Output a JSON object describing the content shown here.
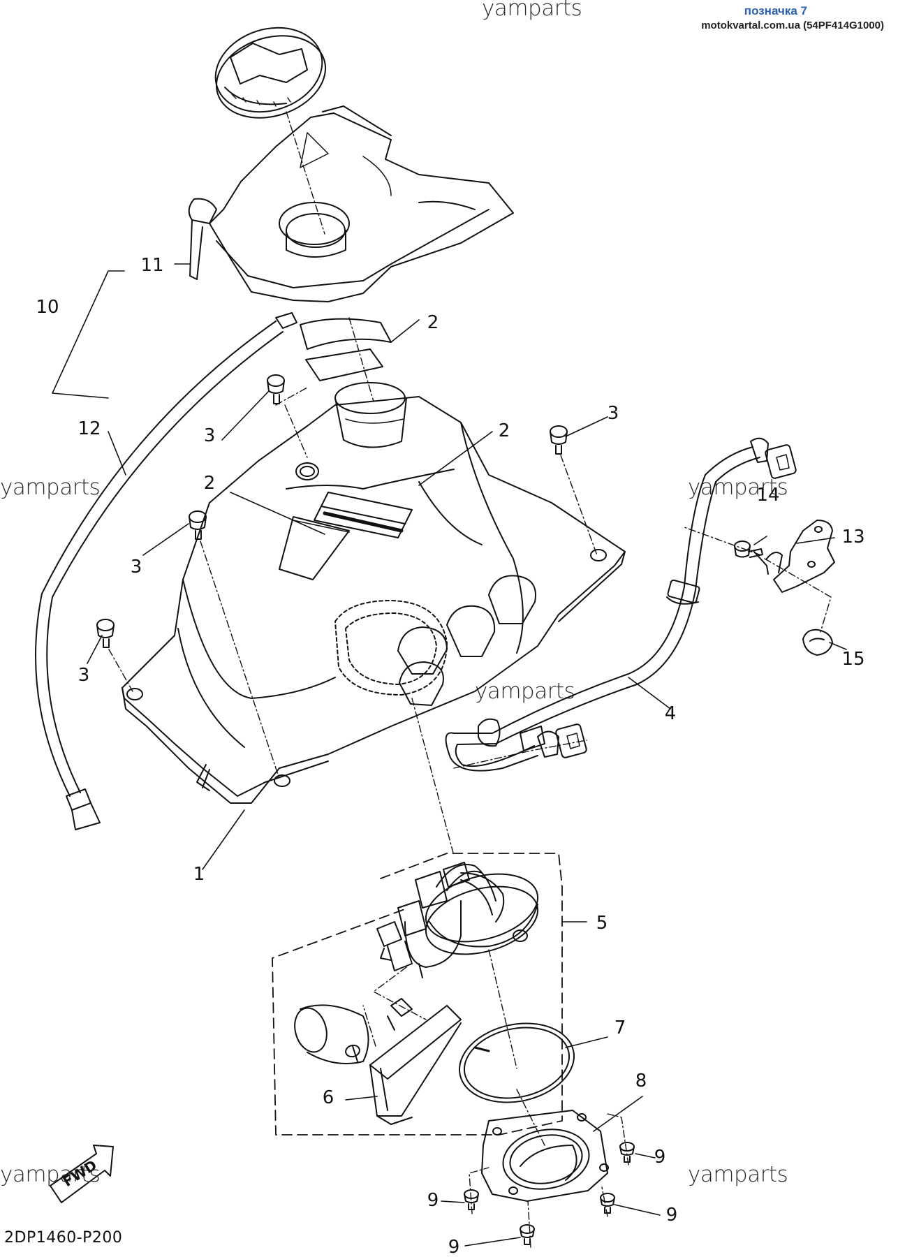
{
  "header": {
    "badge": "позначка 7",
    "source": "motokvartal.com.ua (54PF414G1000)"
  },
  "watermark": "yamparts",
  "diagram_code": "2DP1460-P200",
  "fwd_label": "FWD",
  "callouts": [
    {
      "id": "c1",
      "label": "1"
    },
    {
      "id": "c2a",
      "label": "2"
    },
    {
      "id": "c2b",
      "label": "2"
    },
    {
      "id": "c2c",
      "label": "2"
    },
    {
      "id": "c3a",
      "label": "3"
    },
    {
      "id": "c3b",
      "label": "3"
    },
    {
      "id": "c3c",
      "label": "3"
    },
    {
      "id": "c3d",
      "label": "3"
    },
    {
      "id": "c4",
      "label": "4"
    },
    {
      "id": "c5",
      "label": "5"
    },
    {
      "id": "c6",
      "label": "6"
    },
    {
      "id": "c7",
      "label": "7"
    },
    {
      "id": "c8",
      "label": "8"
    },
    {
      "id": "c9a",
      "label": "9"
    },
    {
      "id": "c9b",
      "label": "9"
    },
    {
      "id": "c9c",
      "label": "9"
    },
    {
      "id": "c9d",
      "label": "9"
    },
    {
      "id": "c10",
      "label": "10"
    },
    {
      "id": "c11",
      "label": "11"
    },
    {
      "id": "c12",
      "label": "12"
    },
    {
      "id": "c13",
      "label": "13"
    },
    {
      "id": "c14",
      "label": "14"
    },
    {
      "id": "c15",
      "label": "15"
    }
  ]
}
